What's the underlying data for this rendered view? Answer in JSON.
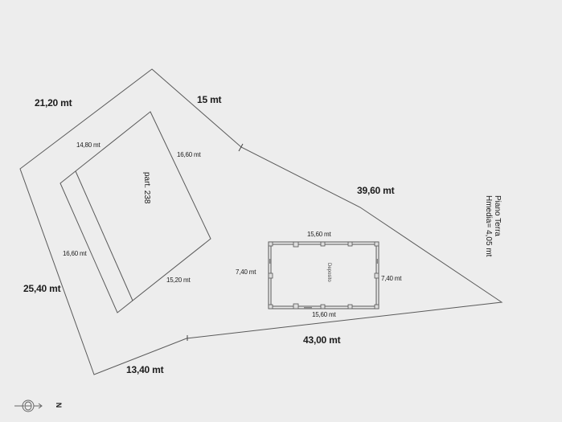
{
  "plan": {
    "title_lines": [
      "Piano Terra",
      "Hmedia= 4,05 mt"
    ],
    "parcel_label": "part. 238",
    "building_label": "Deposito",
    "north_label": "N",
    "north_icon": "north-arrow-icon"
  },
  "outer_boundary": {
    "dimensions": {
      "north_west": "21,20 mt",
      "north_east": "15 mt",
      "east_upper": "39,60 mt",
      "south_east": "43,00 mt",
      "south_west": "13,40 mt",
      "west": "25,40 mt"
    }
  },
  "parcel_238": {
    "dimensions": {
      "top": "14,80 mt",
      "right": "16,60 mt",
      "left": "16,60 mt",
      "bottom": "15,20 mt"
    }
  },
  "deposito": {
    "dimensions": {
      "top": "15,60 mt",
      "bottom": "15,60 mt",
      "left": "7,40 mt",
      "right": "7,40 mt"
    }
  },
  "colors": {
    "background": "#ededed",
    "line": "#555555",
    "text": "#1c1c1c"
  }
}
